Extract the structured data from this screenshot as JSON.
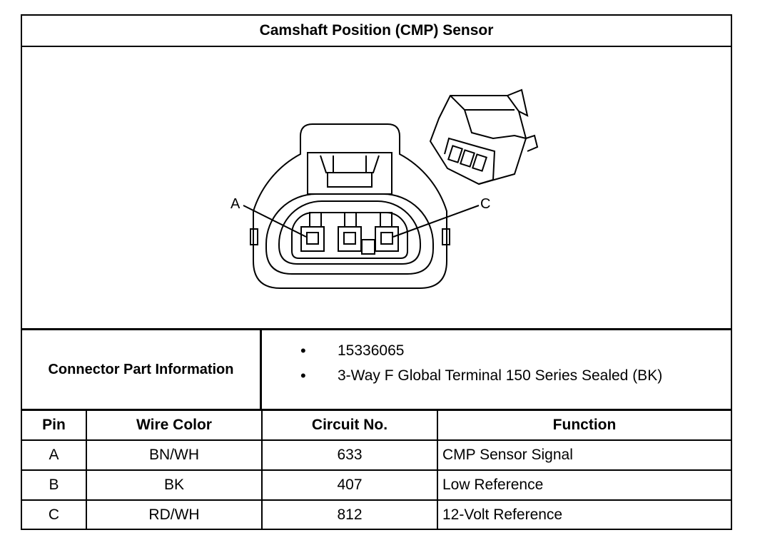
{
  "title": "Camshaft Position (CMP) Sensor",
  "diagram": {
    "pin_labels": [
      "A",
      "C"
    ]
  },
  "connector_info": {
    "label": "Connector Part Information",
    "items": [
      "15336065",
      "3-Way F Global Terminal 150 Series Sealed (BK)"
    ]
  },
  "pin_table": {
    "headers": [
      "Pin",
      "Wire Color",
      "Circuit No.",
      "Function"
    ],
    "rows": [
      [
        "A",
        "BN/WH",
        "633",
        "CMP Sensor Signal"
      ],
      [
        "B",
        "BK",
        "407",
        "Low Reference"
      ],
      [
        "C",
        "RD/WH",
        "812",
        "12-Volt Reference"
      ]
    ]
  }
}
